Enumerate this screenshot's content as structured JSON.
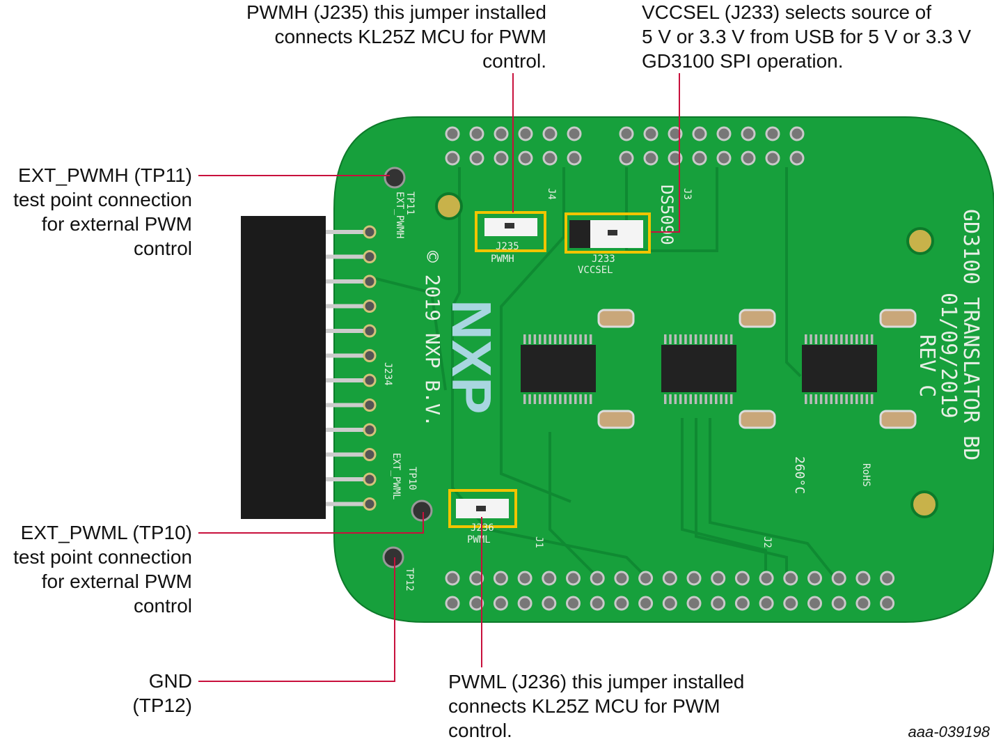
{
  "callouts": {
    "pwmh": [
      "PWMH (J235) this jumper installed",
      "connects KL25Z MCU for PWM",
      "control."
    ],
    "vccsel": [
      "VCCSEL (J233) selects source of",
      "5 V or 3.3 V from USB for 5 V or 3.3 V",
      "GD3100 SPI operation."
    ],
    "ext_pwmh": [
      "EXT_PWMH (TP11)",
      "test point connection",
      "for external PWM",
      "control"
    ],
    "ext_pwml": [
      "EXT_PWML (TP10)",
      "test point connection",
      "for external PWM",
      "control"
    ],
    "gnd": [
      "GND",
      "(TP12)"
    ],
    "pwml": [
      "PWML (J236) this jumper installed",
      "connects KL25Z MCU for PWM",
      "control."
    ]
  },
  "figure_id": "aaa-039198",
  "board": {
    "title": "GD3100 TRANSLATOR BD",
    "date": "01/09/2019",
    "rev": "REV C",
    "copyright": "© 2019 NXP B.V.",
    "logo": "NXP",
    "j235": "J235",
    "j235_name": "PWMH",
    "j233": "J233",
    "j233_name": "VCCSEL",
    "j236": "J236",
    "j236_name": "PWML",
    "ds": "DS5090",
    "temp": "260°C",
    "rohs": "RoHS",
    "tp11": "TP11",
    "tp10": "TP10",
    "tp12": "TP12",
    "ext_pwmh": "EXT_PWMH",
    "ext_pwml": "EXT_PWML",
    "j234": "J234",
    "j1": "J1",
    "j2": "J2",
    "j3": "J3",
    "j4": "J4"
  },
  "colors": {
    "board": "#17a03c",
    "callout_line": "#c8103c",
    "jumper_box": "#f2c400"
  }
}
